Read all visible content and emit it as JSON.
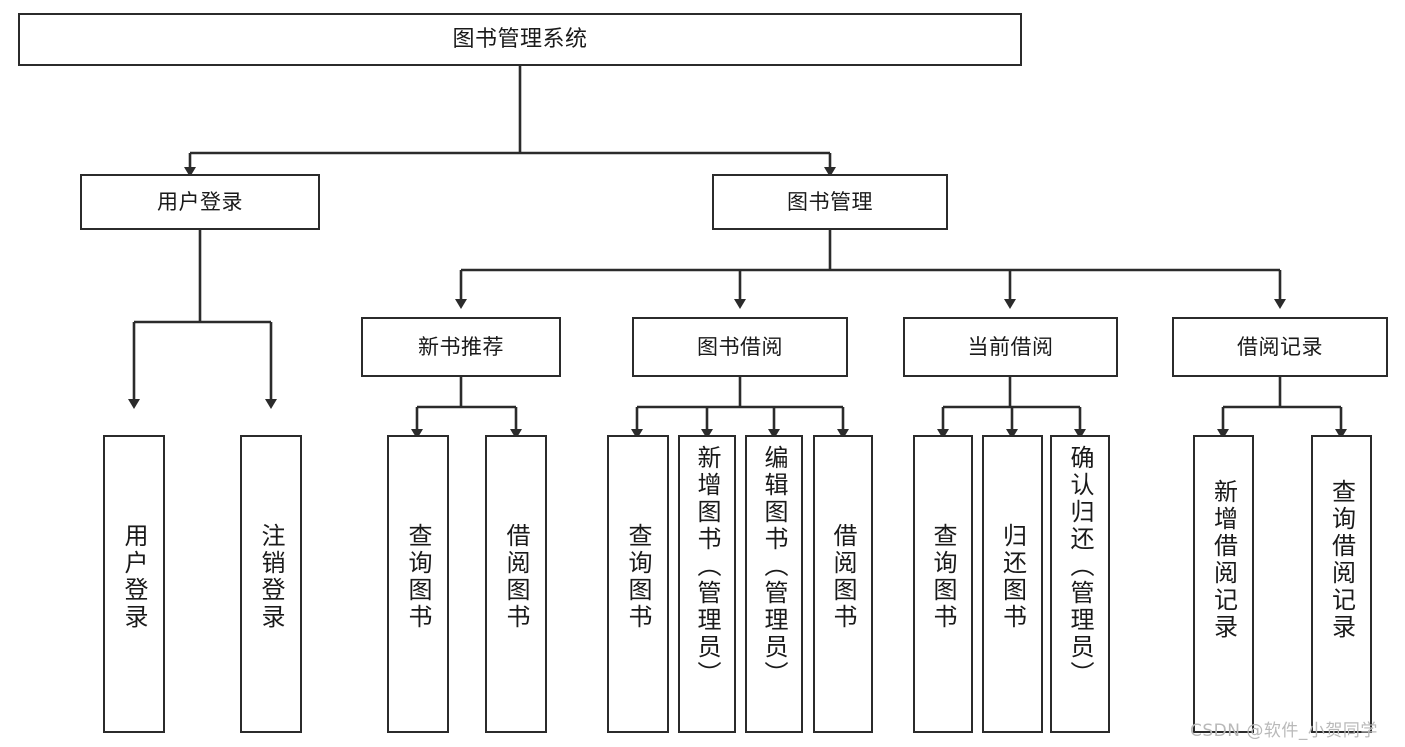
{
  "diagram": {
    "type": "tree-hierarchy-chart",
    "title": "图书管理系统",
    "watermark": "CSDN @软件_小贺同学",
    "colors": {
      "border": "#2b2b2b",
      "background": "#ffffff",
      "text": "#1a1a1a",
      "connector": "#2b2b2b",
      "watermark": "#b9b9b9"
    },
    "nodes": {
      "root": {
        "label": "图书管理系统"
      },
      "level2": [
        {
          "id": "user-login",
          "label": "用户登录"
        },
        {
          "id": "book-management",
          "label": "图书管理"
        }
      ],
      "level3": [
        {
          "id": "new-book-recommend",
          "label": "新书推荐"
        },
        {
          "id": "book-borrow",
          "label": "图书借阅"
        },
        {
          "id": "current-borrow",
          "label": "当前借阅"
        },
        {
          "id": "borrow-record",
          "label": "借阅记录"
        }
      ],
      "leaves": [
        {
          "id": "leaf-user-login",
          "label": "用户登录",
          "parent": "user-login"
        },
        {
          "id": "leaf-user-logout",
          "label": "注销登录",
          "parent": "user-login"
        },
        {
          "id": "leaf-query-book-1",
          "label": "查询图书",
          "parent": "new-book-recommend"
        },
        {
          "id": "leaf-borrow-book-1",
          "label": "借阅图书",
          "parent": "new-book-recommend"
        },
        {
          "id": "leaf-query-book-2",
          "label": "查询图书",
          "parent": "book-borrow"
        },
        {
          "id": "leaf-add-book",
          "label": "新增图书（管理员）",
          "parent": "book-borrow"
        },
        {
          "id": "leaf-edit-book",
          "label": "编辑图书（管理员）",
          "parent": "book-borrow"
        },
        {
          "id": "leaf-borrow-book-2",
          "label": "借阅图书",
          "parent": "book-borrow"
        },
        {
          "id": "leaf-query-book-3",
          "label": "查询图书",
          "parent": "current-borrow"
        },
        {
          "id": "leaf-return-book",
          "label": "归还图书",
          "parent": "current-borrow"
        },
        {
          "id": "leaf-confirm-return",
          "label": "确认归还（管理员）",
          "parent": "current-borrow"
        },
        {
          "id": "leaf-add-record",
          "label": "新增借阅记录",
          "parent": "borrow-record"
        },
        {
          "id": "leaf-query-record",
          "label": "查询借阅记录",
          "parent": "borrow-record"
        }
      ]
    }
  }
}
